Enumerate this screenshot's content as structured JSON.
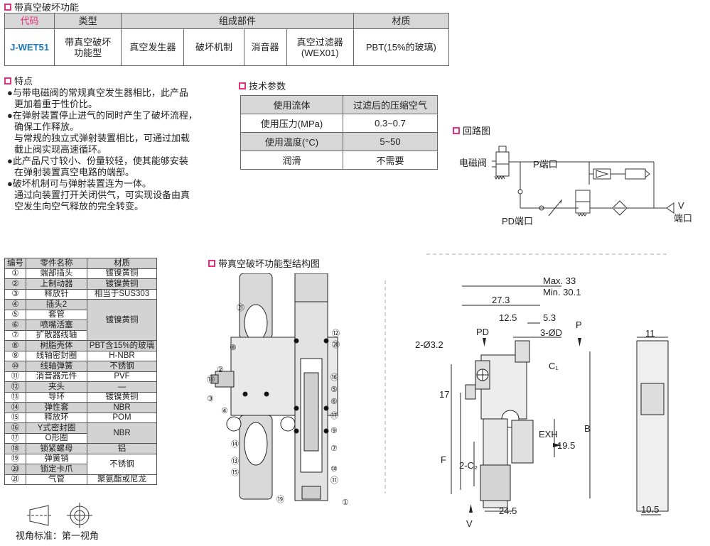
{
  "func_section": {
    "title": "带真空破坏功能",
    "headers": {
      "code": "代码",
      "type": "类型",
      "parts": "组成部件",
      "material": "材质"
    },
    "row": {
      "code": "J-WET51",
      "type_l1": "带真空破坏",
      "type_l2": "功能型",
      "parts": [
        "真空发生器",
        "破坏机制",
        "消音器"
      ],
      "filter_l1": "真空过滤器",
      "filter_l2": "(WEX01)",
      "material": "PBT(15%的玻璃)"
    }
  },
  "features": {
    "title": "特点",
    "items": [
      "●与带电磁阀的常规真空发生器相比，此产品",
      "更加着重于性价比。",
      "●在弹射装置停止进气的同时产生了破坏流程，",
      "确保工作释放。",
      "与常规的独立式弹射装置相比，可通过加载",
      "截止阀实现高速循环。",
      "●此产品尺寸较小、份量较轻，使其能够安装",
      "在弹射装置真空电路的端部。",
      "●破坏机制可与弹射装置连为一体。",
      "通过向装置打开关闭供气，可实现设备由真",
      "空发生向空气释放的完全转变。"
    ]
  },
  "tech": {
    "title": "技术参数",
    "rows": [
      [
        "使用流体",
        "过滤后的压缩空气"
      ],
      [
        "使用压力(MPa)",
        "0.3~0.7"
      ],
      [
        "使用温度(°C)",
        "5~50"
      ],
      [
        "润滑",
        "不需要"
      ]
    ]
  },
  "circuit": {
    "title": "回路图",
    "solenoid": "电磁阀",
    "p_port": "P端口",
    "pd_port": "PD端口",
    "v": "V",
    "v_port": "端口"
  },
  "parts": {
    "headers": [
      "编号",
      "零件名称",
      "材质"
    ],
    "rows": [
      [
        "①",
        "端部插头",
        "镀镍黄铜"
      ],
      [
        "②",
        "上制动器",
        "镀镍黄铜"
      ],
      [
        "③",
        "释放针",
        "相当于SUS303"
      ],
      [
        "④",
        "插头2",
        "镀镍黄铜"
      ],
      [
        "⑤",
        "套管",
        ""
      ],
      [
        "⑥",
        "喷嘴活塞",
        ""
      ],
      [
        "⑦",
        "扩散器线轴",
        ""
      ],
      [
        "⑧",
        "树脂壳体",
        "PBT含15%的玻璃"
      ],
      [
        "⑨",
        "线轴密封圈",
        "H-NBR"
      ],
      [
        "⑩",
        "线轴弹簧",
        "不锈钢"
      ],
      [
        "⑪",
        "消音器元件",
        "PVF"
      ],
      [
        "⑫",
        "夹头",
        "—"
      ],
      [
        "⑬",
        "导环",
        "镀镍黄铜"
      ],
      [
        "⑭",
        "弹性套",
        "NBR"
      ],
      [
        "⑮",
        "释放环",
        "POM"
      ],
      [
        "⑯",
        "Y式密封圈",
        "NBR"
      ],
      [
        "⑰",
        "O形圈",
        ""
      ],
      [
        "⑱",
        "锁紧螺母",
        "铝"
      ],
      [
        "⑲",
        "弹簧销",
        "不锈钢"
      ],
      [
        "⑳",
        "锁定卡爪",
        ""
      ],
      [
        "㉑",
        "气管",
        "聚氨酯或尼龙"
      ]
    ]
  },
  "projection_label": "视角标准：第一视角",
  "structure": {
    "title": "带真空破坏功能型结构图",
    "callouts": [
      "①",
      "②",
      "③",
      "④",
      "⑤",
      "⑥",
      "⑦",
      "⑧",
      "⑨",
      "⑩",
      "⑪",
      "⑫",
      "⑬",
      "⑭",
      "⑮",
      "⑯",
      "⑰",
      "⑱",
      "⑲",
      "⑳",
      "㉑"
    ]
  },
  "dims": {
    "max33": "Max. 33",
    "min301": "Min. 30.1",
    "d273": "27.3",
    "d125": "12.5",
    "d53": "5.3",
    "pd": "PD",
    "p": "P",
    "phiD": "3-ØD",
    "hole": "2-Ø3.2",
    "c1": "C₁",
    "d17": "17",
    "exh": "EXH",
    "d195": "19.5",
    "b": "B",
    "f": "F",
    "c2": "2-C₂",
    "v": "V",
    "d245": "24.5",
    "d11": "11",
    "d105": "10.5"
  },
  "colors": {
    "accent": "#e5307d",
    "code_blue": "#1c77b8",
    "header_gray": "#d7d7d7"
  }
}
